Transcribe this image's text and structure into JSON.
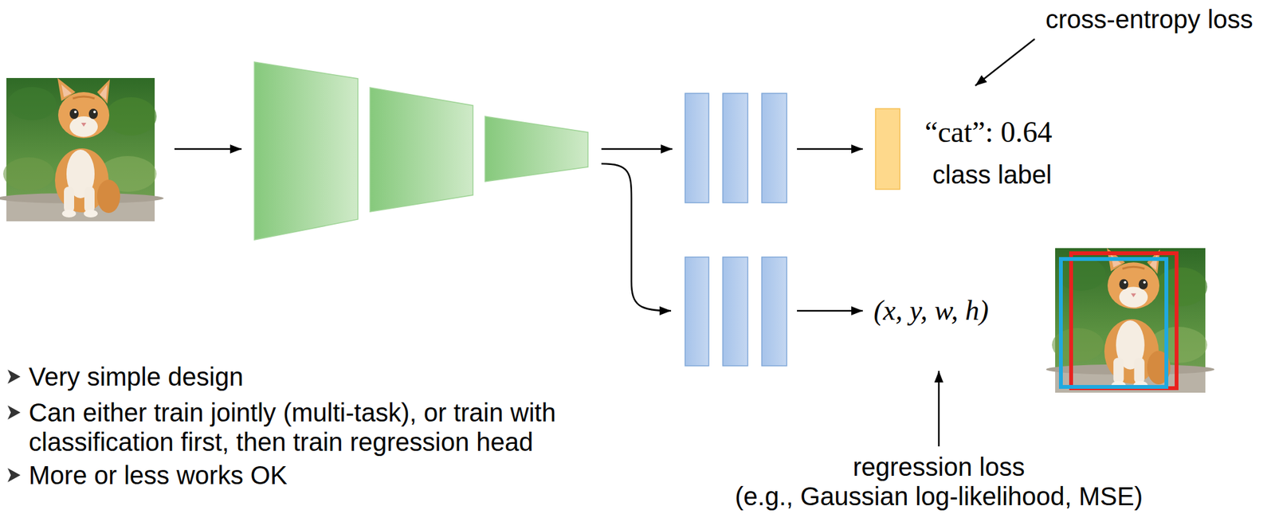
{
  "diagram": {
    "labels": [
      "cross-entropy loss",
      "“cat”: 0.64",
      "class label",
      "(x, y, w, h)",
      "regression loss",
      "(e.g., Gaussian log-likelihood, MSE)",
      "Very simple design",
      "Can either train jointly (multi-task), or train with classification first, then train regression head",
      "More or less works OK"
    ]
  }
}
